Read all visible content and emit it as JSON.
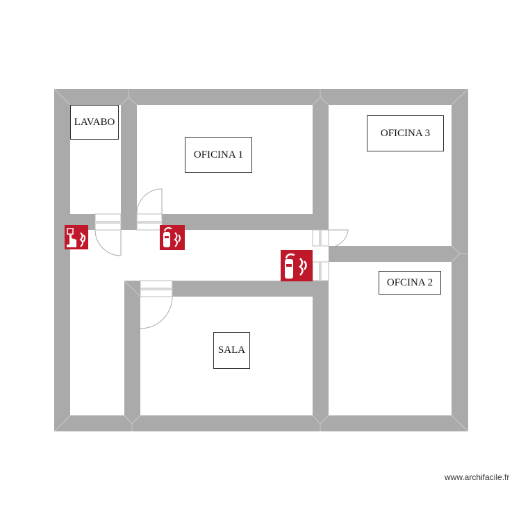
{
  "plan": {
    "colors": {
      "wall": "#aaaaaa",
      "sign": "#c0182b",
      "door": "#aaaaaa",
      "background": "#ffffff"
    },
    "rooms": [
      {
        "id": "lavabo",
        "label": "LAVABO"
      },
      {
        "id": "oficina1",
        "label": "OFICINA 1"
      },
      {
        "id": "oficina3",
        "label": "OFICINA 3"
      },
      {
        "id": "oficina2",
        "label": "OFCINA 2"
      },
      {
        "id": "sala",
        "label": "SALA"
      }
    ],
    "signs": [
      {
        "id": "fire-alarm-1",
        "type": "fire-alarm-call-point"
      },
      {
        "id": "extinguisher-1",
        "type": "fire-extinguisher"
      },
      {
        "id": "extinguisher-2",
        "type": "fire-extinguisher"
      }
    ]
  },
  "watermark": "www.archifacile.fr"
}
